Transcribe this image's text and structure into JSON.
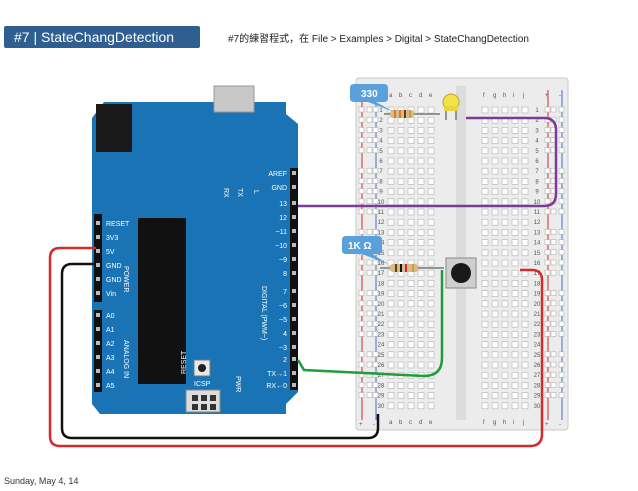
{
  "slide": {
    "title": "#7 | StateChangDetection",
    "caption": "#7的練習程式，在 File > Examples > Digital > StateChangDetection",
    "footer_date": "Sunday, May 4, 14"
  },
  "diagram": {
    "resistor_top_label": "330",
    "resistor_mid_label": "1K Ω",
    "board": {
      "digital_header": [
        "AREF",
        "GND",
        "13",
        "12",
        "~11",
        "~10",
        "~9",
        "8",
        "7",
        "~6",
        "~5",
        "4",
        "~3",
        "2",
        "TX→1",
        "RX←0"
      ],
      "power_header": [
        "RESET",
        "3V3",
        "5V",
        "GND",
        "GND",
        "Vin"
      ],
      "analog_header": [
        "A0",
        "A1",
        "A2",
        "A3",
        "A4",
        "A5"
      ],
      "digital_vertical_label": "DIGITAL (PWM~)",
      "power_vertical_label": "POWER",
      "analog_vertical_label": "ANALOG IN",
      "icsp_label": "ICSP",
      "tx_label": "TX",
      "rx_label": "RX",
      "l_label": "L",
      "pwr_label": "PWR",
      "reset_label": "RESET"
    },
    "breadboard": {
      "columns_left": [
        "a",
        "b",
        "c",
        "d",
        "e"
      ],
      "columns_right": [
        "f",
        "g",
        "h",
        "i",
        "j"
      ],
      "rows": [
        "1",
        "2",
        "3",
        "4",
        "5",
        "6",
        "7",
        "8",
        "9",
        "10",
        "11",
        "12",
        "13",
        "14",
        "15",
        "16",
        "17",
        "18",
        "19",
        "20",
        "21",
        "22",
        "23",
        "24",
        "25",
        "26",
        "27",
        "28",
        "29",
        "30"
      ],
      "plus_label": "+",
      "minus_label": "-"
    },
    "colors": {
      "board": "#1a73b5",
      "wire_purple": "#7b3a96",
      "wire_green": "#1f9d3a",
      "wire_red": "#d42a2a",
      "wire_black": "#111111",
      "callout": "#5aa0dc"
    }
  }
}
